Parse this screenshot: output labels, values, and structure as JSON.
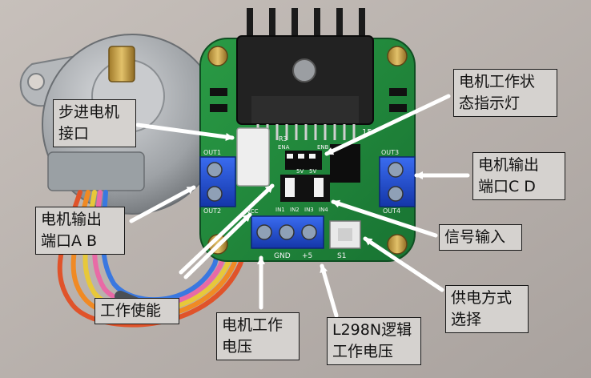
{
  "board": {
    "silkscreen": {
      "out1": "OUT1",
      "out2": "OUT2",
      "out3": "OUT3",
      "out4": "OUT4",
      "ena": "ENA",
      "enb": "ENB",
      "in1": "IN1",
      "in2": "IN2",
      "in3": "IN3",
      "in4": "IN4",
      "gnd": "GND",
      "plus5": "+5",
      "vcc": "VCC",
      "s1": "S1",
      "r3": "R3",
      "num15": "15",
      "led_5v_a": "5V",
      "led_5v_b": "5V"
    }
  },
  "labels": {
    "stepper_port": "步进电机\n接口",
    "status_led": "电机工作状\n态指示灯",
    "motor_out_cd": "电机输出\n端口C D",
    "motor_out_ab": "电机输出\n端口A B",
    "signal_input": "信号输入",
    "power_select": "供电方式\n选择",
    "enable": "工作使能",
    "motor_voltage": "电机工作\n电压",
    "logic_voltage": "L298N逻辑\n工作电压"
  },
  "colors": {
    "background": "#b9b2ad",
    "pcb_green": "#1f8a3a",
    "terminal_blue": "#1d4fd0",
    "label_bg": "#d5d2cf",
    "arrow": "#ffffff"
  }
}
